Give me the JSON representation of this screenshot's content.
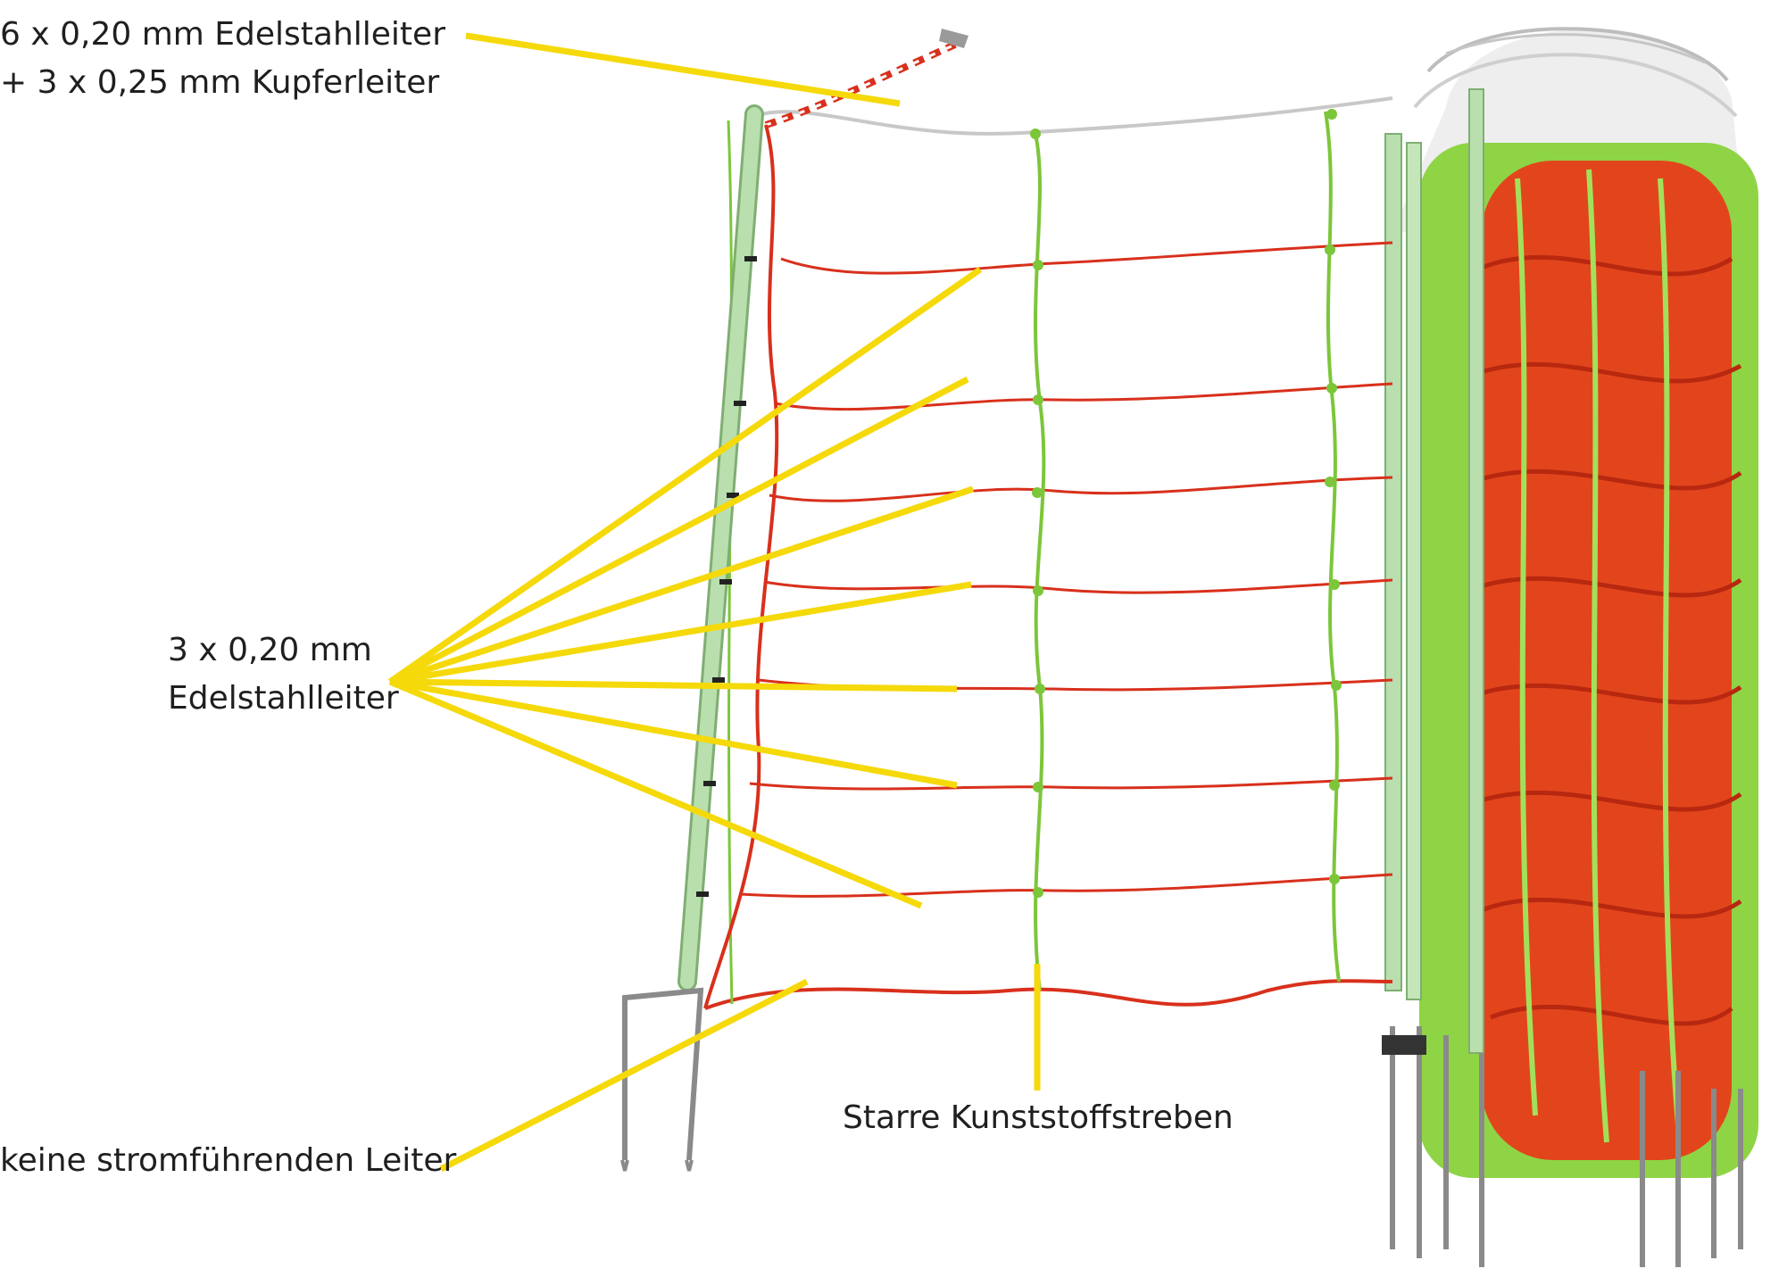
{
  "labels": {
    "top_line1": "6 x 0,20 mm Edelstahlleiter",
    "top_line2": "+ 3 x 0,25 mm Kupferleiter",
    "mid_line1": "3 x 0,20 mm",
    "mid_line2": "Edelstahlleiter",
    "bottom": "keine stromführenden Leiter",
    "strut": "Starre Kunststoffstreben"
  },
  "colors": {
    "leader": "#f5d90a",
    "conductor_red": "#d8301c",
    "strut_green": "#7cc63a",
    "post": "#b9dfae",
    "top_wire": "#c8c8c8",
    "stake": "#8a8a8a",
    "label_text": "#1f1f1f"
  }
}
